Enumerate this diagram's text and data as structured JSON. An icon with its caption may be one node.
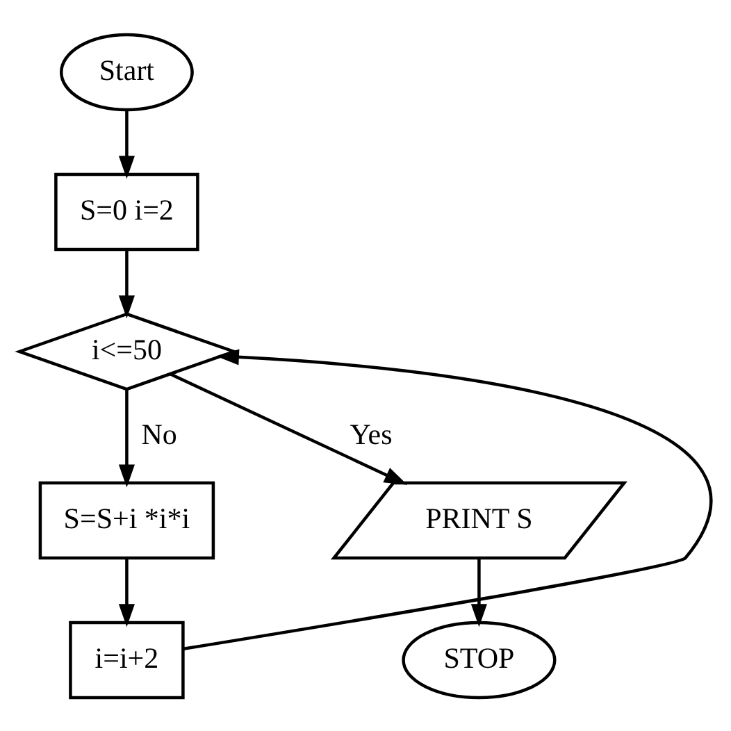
{
  "diagram": {
    "nodes": [
      {
        "text": [
          "Start"
        ]
      },
      {
        "text": [
          "S=0 i=2"
        ]
      },
      {
        "text": [
          "i<=50"
        ]
      },
      {
        "text": [
          "S=S+i *i*i"
        ]
      },
      {
        "text": [
          "i=i+2"
        ]
      },
      {
        "text": [
          "PRINT S"
        ]
      },
      {
        "text": [
          "STOP"
        ]
      }
    ],
    "edges": [
      {
        "from": 0,
        "to": 1,
        "arrow": "to"
      },
      {
        "from": 1,
        "to": 2,
        "arrow": "to"
      },
      {
        "from": 2,
        "to": 5,
        "label": "Yes",
        "arrow": "to"
      },
      {
        "from": 2,
        "to": 3,
        "label": "No",
        "arrow": "to"
      },
      {
        "from": 3,
        "to": 4,
        "arrow": "to"
      },
      {
        "from": 4,
        "to": 2,
        "arrow": "to"
      },
      {
        "from": 5,
        "to": 6,
        "arrow": "to"
      }
    ]
  }
}
